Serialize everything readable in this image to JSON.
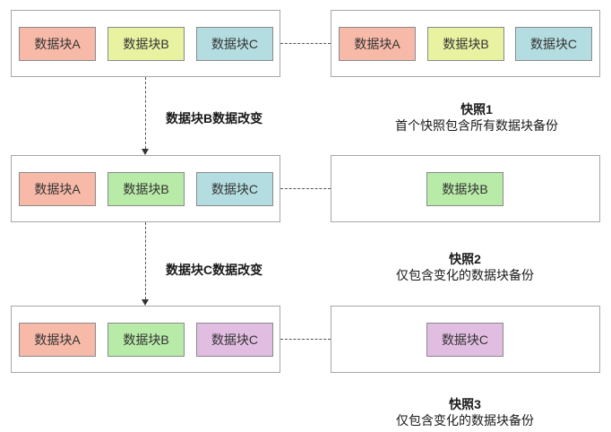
{
  "colors": {
    "a": "#f7b9a8",
    "b": "#e8f2a0",
    "c": "#b4dde1",
    "b_changed": "#b8eaa8",
    "c_changed": "#e1bde2"
  },
  "source_rows": [
    {
      "blocks": [
        "数据块A",
        "数据块B",
        "数据块C"
      ]
    },
    {
      "blocks": [
        "数据块A",
        "数据块B",
        "数据块C"
      ]
    },
    {
      "blocks": [
        "数据块A",
        "数据块B",
        "数据块C"
      ]
    }
  ],
  "snapshot_rows": [
    {
      "blocks": [
        "数据块A",
        "数据块B",
        "数据块C"
      ]
    },
    {
      "blocks": [
        "数据块B"
      ]
    },
    {
      "blocks": [
        "数据块C"
      ]
    }
  ],
  "changes": [
    "数据块B数据改变",
    "数据块C数据改变"
  ],
  "snapshots": [
    {
      "title": "快照1",
      "desc": "首个快照包含所有数据块备份"
    },
    {
      "title": "快照2",
      "desc": "仅包含变化的数据块备份"
    },
    {
      "title": "快照3",
      "desc": "仅包含变化的数据块备份"
    }
  ]
}
